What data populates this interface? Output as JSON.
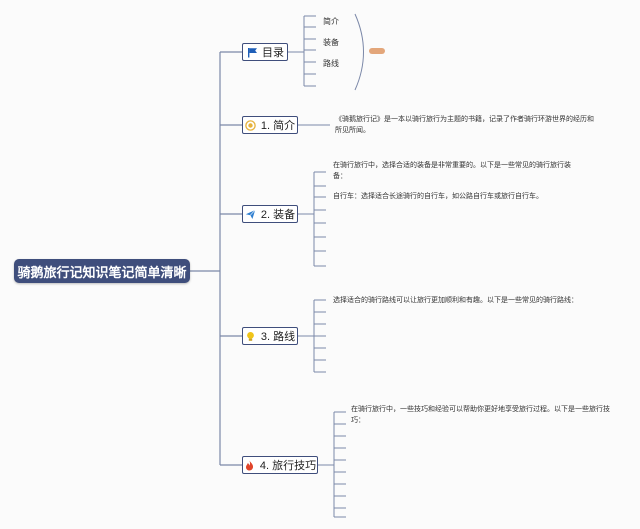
{
  "root": {
    "title": "骑鹅旅行记知识笔记简单清晰"
  },
  "topics": [
    {
      "id": "toc",
      "label": "目录",
      "icon": "flag-icon",
      "icon_color": "#1f5fb8",
      "children": [
        "简介",
        "装备",
        "路线"
      ]
    },
    {
      "id": "intro",
      "label": "1. 简介",
      "icon": "coin-icon",
      "icon_color": "#e6b23c",
      "note": "《骑鹅旅行记》是一本以骑行旅行为主题的书籍，记录了作者骑行环游世界的经历和所见所闻。"
    },
    {
      "id": "gear",
      "label": "2. 装备",
      "icon": "paper-plane-icon",
      "icon_color": "#2f7fd0",
      "note": "在骑行旅行中，选择合适的装备是非常重要的。以下是一些常见的骑行旅行装备：",
      "note2": "自行车：选择适合长途骑行的自行车，如公路自行车或旅行自行车。"
    },
    {
      "id": "route",
      "label": "3. 路线",
      "icon": "lightbulb-icon",
      "icon_color": "#f0c419",
      "note": "选择适合的骑行路线可以让旅行更加顺利和有趣。以下是一些常见的骑行路线："
    },
    {
      "id": "tips",
      "label": "4. 旅行技巧",
      "icon": "fire-icon",
      "icon_color": "#e0452b",
      "note": "在骑行旅行中，一些技巧和经验可以帮助你更好地享受旅行过程。以下是一些旅行技巧："
    }
  ],
  "colors": {
    "root_bg": "#3f4e7c",
    "line": "#3f4e7c",
    "summary": "#e3a67a"
  }
}
